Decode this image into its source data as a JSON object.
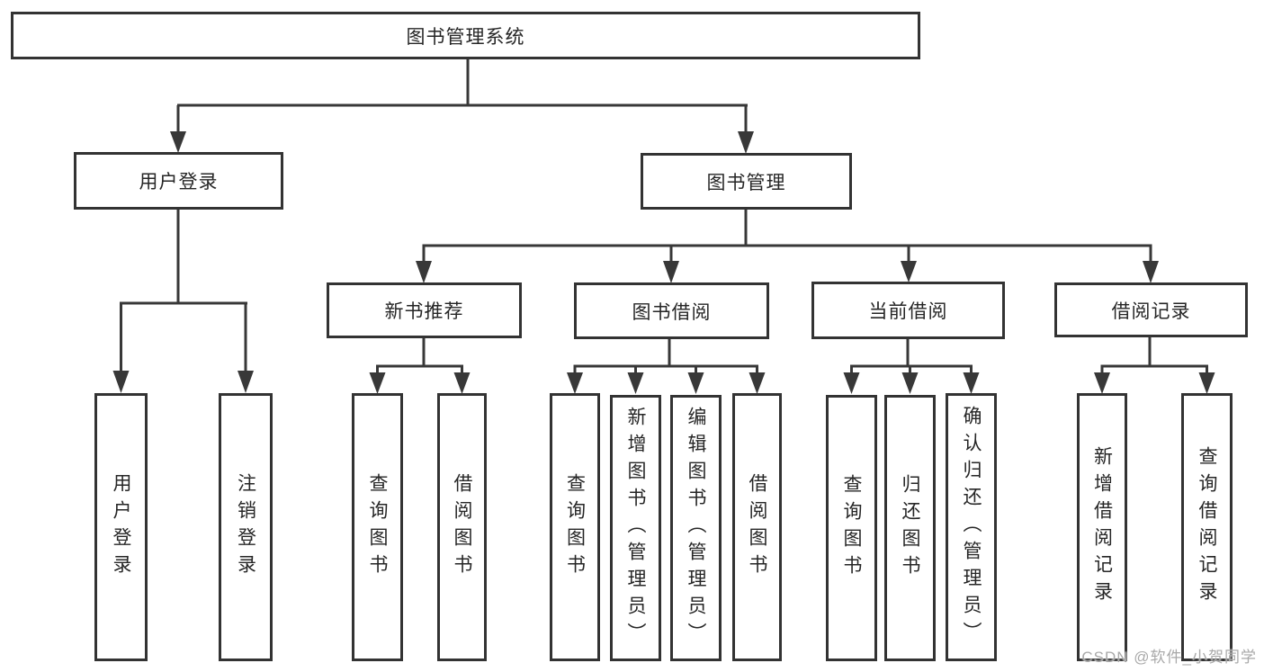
{
  "diagram": {
    "root": {
      "label": "图书管理系统"
    },
    "user_login": {
      "label": "用户登录",
      "children": [
        {
          "label": "用户登录"
        },
        {
          "label": "注销登录"
        }
      ]
    },
    "book_management": {
      "label": "图书管理",
      "sections": [
        {
          "label": "新书推荐",
          "children": [
            {
              "label": "查询图书"
            },
            {
              "label": "借阅图书"
            }
          ]
        },
        {
          "label": "图书借阅",
          "children": [
            {
              "label": "查询图书"
            },
            {
              "label": "新增图书（管理员）"
            },
            {
              "label": "编辑图书（管理员）"
            },
            {
              "label": "借阅图书"
            }
          ]
        },
        {
          "label": "当前借阅",
          "children": [
            {
              "label": "查询图书"
            },
            {
              "label": "归还图书"
            },
            {
              "label": "确认归还（管理员）"
            }
          ]
        },
        {
          "label": "借阅记录",
          "children": [
            {
              "label": "新增借阅记录"
            },
            {
              "label": "查询借阅记录"
            }
          ]
        }
      ]
    },
    "watermark": "CSDN @软件_小贺同学",
    "colors": {
      "line": "#383838",
      "border": "#333333",
      "text": "#262626",
      "watermark": "#a9a9a9",
      "background": "#ffffff"
    }
  }
}
